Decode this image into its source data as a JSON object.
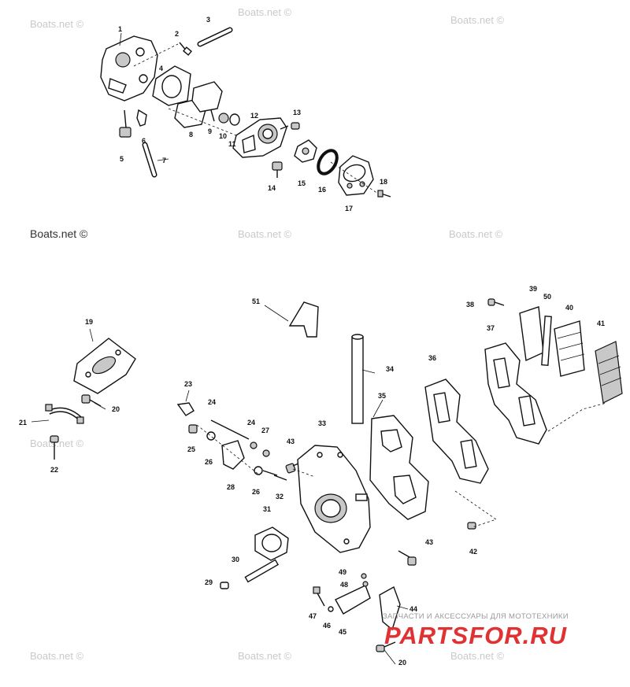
{
  "watermarks": [
    "Boats.net ©",
    "Boats.net ©",
    "Boats.net ©",
    "Boats.net ©",
    "Boats.net ©",
    "Boats.net ©",
    "Boats.net ©",
    "Boats.net ©",
    "Boats.net ©",
    "Boats.net ©"
  ],
  "brand": {
    "tagline": "ЗАПЧАСТИ И АКСЕССУАРЫ ДЛЯ МОТОТЕХНИКИ",
    "logo": "PARTSFOR.RU",
    "logo_color": "#e03232"
  },
  "callouts": [
    "1",
    "2",
    "3",
    "4",
    "5",
    "6",
    "7",
    "8",
    "9",
    "10",
    "11",
    "12",
    "13",
    "14",
    "15",
    "16",
    "17",
    "18",
    "19",
    "20",
    "21",
    "22",
    "23",
    "24",
    "24",
    "25",
    "26",
    "26",
    "27",
    "28",
    "29",
    "30",
    "31",
    "32",
    "33",
    "34",
    "35",
    "36",
    "37",
    "38",
    "39",
    "40",
    "41",
    "42",
    "43",
    "43",
    "44",
    "45",
    "46",
    "47",
    "48",
    "49",
    "50",
    "51",
    "20"
  ]
}
